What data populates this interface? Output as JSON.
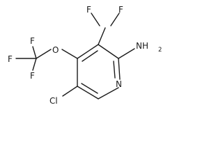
{
  "molecule": {
    "atoms": {
      "f1": "F",
      "f2": "F",
      "f3": "F",
      "f4": "F",
      "f5": "F",
      "o": "O",
      "cl": "Cl",
      "n": "N",
      "nh2_main": "NH",
      "nh2_sub": "2"
    },
    "line_color": "#1a1a1a"
  }
}
